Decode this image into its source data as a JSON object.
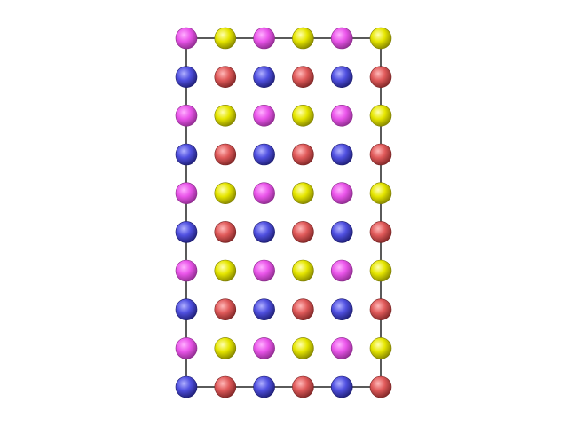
{
  "structure": {
    "rows": 10,
    "columns": 6,
    "row_patterns": [
      [
        "magenta",
        "yellow",
        "magenta",
        "yellow",
        "magenta",
        "yellow"
      ],
      [
        "blue",
        "red",
        "blue",
        "red",
        "blue",
        "red"
      ]
    ],
    "unit_cell_outline": true
  },
  "colors": {
    "background": "#ffffff",
    "cell_line": "#000000",
    "magenta": {
      "light": "#ffb0ff",
      "base": "#ea55ea",
      "dark": "#8a2a8a"
    },
    "yellow": {
      "light": "#ffffb0",
      "base": "#e6e600",
      "dark": "#7f7f00"
    },
    "blue": {
      "light": "#b0b0ff",
      "base": "#5050e0",
      "dark": "#1c1c70"
    },
    "red": {
      "light": "#ffb8b8",
      "base": "#e05a5a",
      "dark": "#7a2424"
    }
  }
}
